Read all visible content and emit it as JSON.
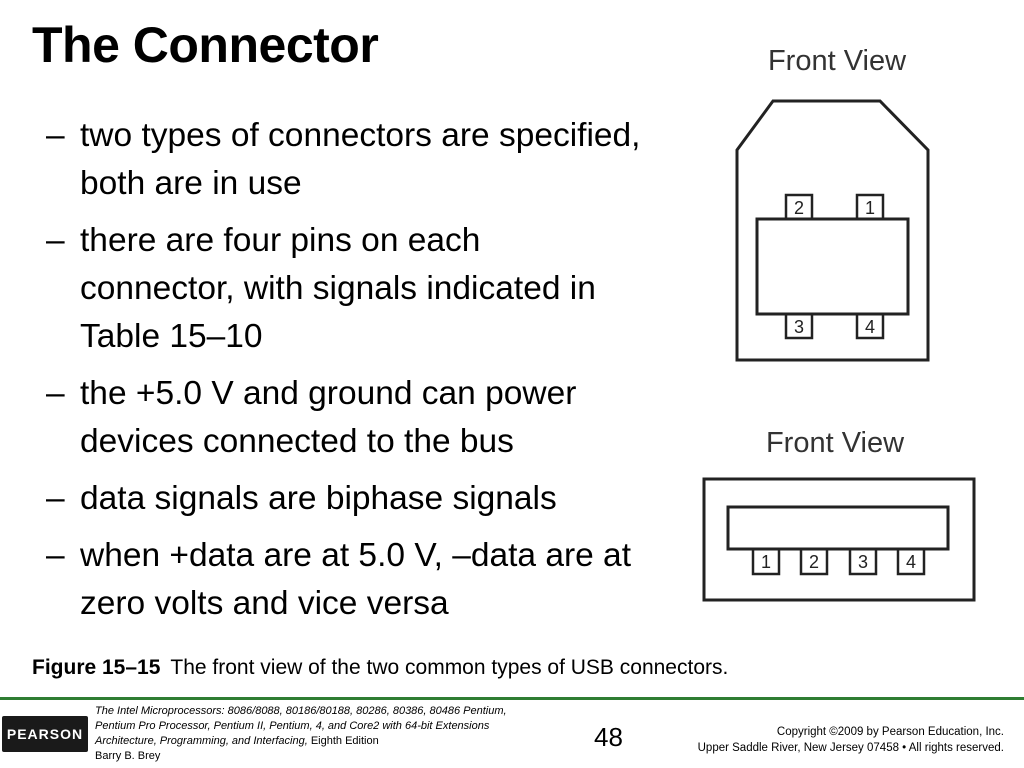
{
  "slide": {
    "title": "The Connector",
    "bullets": [
      {
        "dash": "–",
        "text": "two types of connectors are specified, both are in use"
      },
      {
        "dash": "–",
        "text": "there are four pins on each connector, with signals indicated in Table 15–10"
      },
      {
        "dash": "–",
        "text": "the +5.0 V and ground can power devices connected to the bus"
      },
      {
        "dash": "–",
        "text": "data signals are biphase signals"
      },
      {
        "dash": "–",
        "text": "when +data are at 5.0 V, –data are at zero volts and vice versa"
      }
    ],
    "figure": {
      "connector_b": {
        "label": "Front View",
        "pins_top": [
          "2",
          "1"
        ],
        "pins_bottom": [
          "3",
          "4"
        ]
      },
      "connector_a": {
        "label": "Front View",
        "pins": [
          "1",
          "2",
          "3",
          "4"
        ]
      }
    },
    "caption": {
      "label": "Figure 15–15",
      "text": "The front view of the two common types of USB connectors."
    }
  },
  "footer": {
    "logo": "PEARSON",
    "book_title": "The Intel Microprocessors:",
    "book_line1": "8086/8088, 80186/80188, 80286, 80386, 80486 Pentium,",
    "book_line2": "Pentium Pro Processor, Pentium II, Pentium, 4, and Core2 with 64-bit Extensions",
    "book_line3_italic": "Architecture, Programming, and Interfacing,",
    "book_edition": "Eighth Edition",
    "book_author": "Barry B. Brey",
    "page_number": "48",
    "copyright_line1": "Copyright ©2009 by Pearson Education, Inc.",
    "copyright_line2": "Upper Saddle River, New Jersey 07458 • All rights reserved.",
    "rule_color": "#2e7d32"
  }
}
